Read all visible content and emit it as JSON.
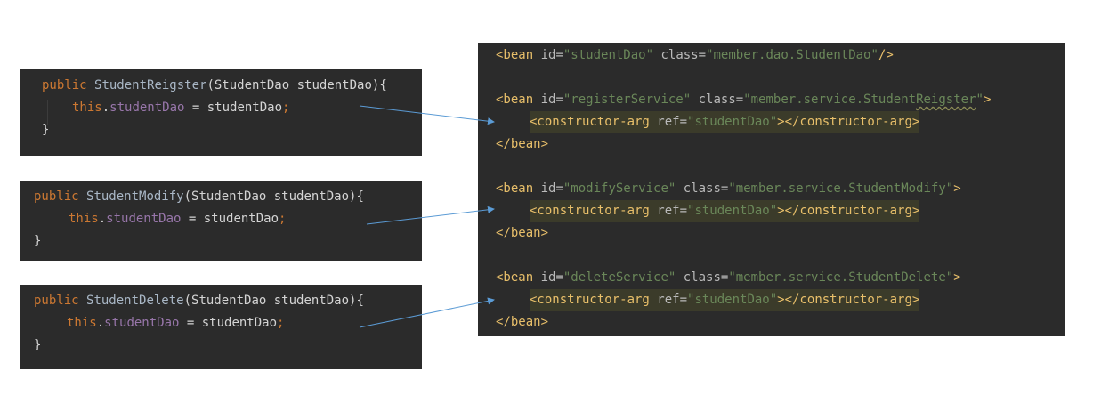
{
  "java_snippets": [
    {
      "signature_kw": "public",
      "signature_name": "StudentReigster",
      "signature_params": "(StudentDao studentDao){",
      "body_this": "this",
      "body_dot": ".",
      "body_field": "studentDao",
      "body_assign": " = studentDao",
      "body_semi": ";",
      "close": "}"
    },
    {
      "signature_kw": "public",
      "signature_name": "StudentModify",
      "signature_params": "(StudentDao studentDao){",
      "body_this": "this",
      "body_dot": ".",
      "body_field": "studentDao",
      "body_assign": " = studentDao",
      "body_semi": ";",
      "close": "}"
    },
    {
      "signature_kw": "public",
      "signature_name": "StudentDelete",
      "signature_params": "(StudentDao studentDao){",
      "body_this": "this",
      "body_dot": ".",
      "body_field": "studentDao",
      "body_assign": " = studentDao",
      "body_semi": ";",
      "close": "}"
    }
  ],
  "xml": {
    "bean1": {
      "open": "<bean",
      "id_attr": " id=",
      "id_val": "\"studentDao\"",
      "class_attr": " class=",
      "class_val": "\"member.dao.StudentDao\"",
      "end": "/>"
    },
    "bean2": {
      "open": "<bean",
      "id_attr": " id=",
      "id_val": "\"registerService\"",
      "class_attr": " class=",
      "class_val_pre": "\"member.service.Student",
      "class_val_squiggle": "Reigster",
      "class_val_post": "\"",
      "end": ">"
    },
    "bean3": {
      "open": "<bean",
      "id_attr": " id=",
      "id_val": "\"modifyService\"",
      "class_attr": " class=",
      "class_val": "\"member.service.StudentModify\"",
      "end": ">"
    },
    "bean4": {
      "open": "<bean",
      "id_attr": " id=",
      "id_val": "\"deleteService\"",
      "class_attr": " class=",
      "class_val": "\"member.service.StudentDelete\"",
      "end": ">"
    },
    "ctor": {
      "open": "<constructor-arg",
      "ref_attr": " ref=",
      "ref_val": "\"studentDao\"",
      "close": "></constructor-arg>"
    },
    "bean_close": "</bean>"
  },
  "colors": {
    "editor_bg": "#2b2b2b",
    "arrow": "#5b9bd5",
    "keyword": "#cc7832",
    "field": "#9876aa",
    "string": "#6a8759",
    "tag": "#e8bf6a"
  }
}
